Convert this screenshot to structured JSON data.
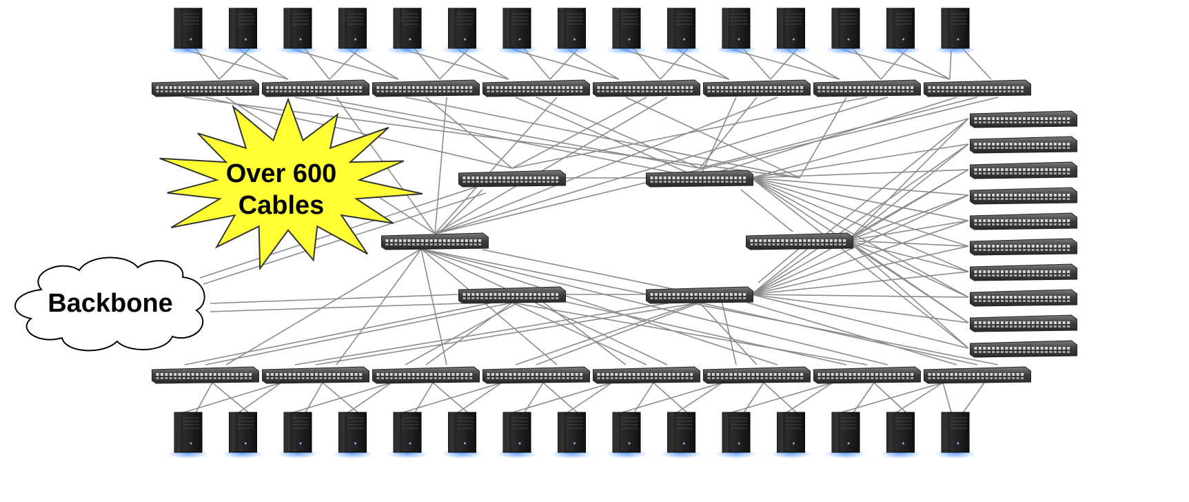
{
  "callout": {
    "line1": "Over 600",
    "line2": "Cables",
    "fill": "#ffff33",
    "stroke": "#333333"
  },
  "backbone": {
    "label": "Backbone"
  },
  "colors": {
    "cable": "#8a8a8a",
    "switch_body": "#4a4a4a",
    "switch_port": "#d8d8d8",
    "server_body": "#1e1e1e",
    "server_glow": "#4a8fe0"
  },
  "icons": {
    "server": "server-tower-icon",
    "switch": "network-switch-icon",
    "cloud": "cloud-icon",
    "burst": "starburst-icon"
  }
}
